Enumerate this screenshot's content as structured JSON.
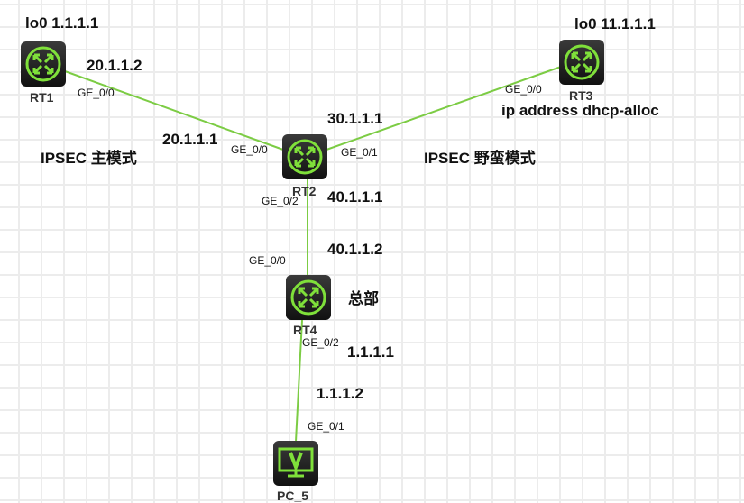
{
  "devices": {
    "rt1": {
      "name": "RT1",
      "loopback": "lo0 1.1.1.1"
    },
    "rt2": {
      "name": "RT2"
    },
    "rt3": {
      "name": "RT3",
      "loopback": "lo0 11.1.1.1",
      "note": "ip address dhcp-alloc"
    },
    "rt4": {
      "name": "RT4",
      "note": "总部"
    },
    "pc5": {
      "name": "PC_5"
    }
  },
  "ports": {
    "rt1_ge00": "GE_0/0",
    "rt2_ge00": "GE_0/0",
    "rt2_ge01": "GE_0/1",
    "rt2_ge02": "GE_0/2",
    "rt3_ge00": "GE_0/0",
    "rt4_ge00": "GE_0/0",
    "rt4_ge02": "GE_0/2",
    "pc5_ge01": "GE_0/1"
  },
  "ips": {
    "rt1_link": "20.1.1.2",
    "rt2_rt1_link": "20.1.1.1",
    "rt2_rt3_link": "30.1.1.1",
    "rt2_rt4_link": "40.1.1.1",
    "rt4_rt2_link": "40.1.1.2",
    "rt4_pc_link": "1.1.1.1",
    "pc_link": "1.1.1.2"
  },
  "annotations": {
    "main_mode": "IPSEC 主模式",
    "aggressive_mode": "IPSEC 野蛮模式"
  },
  "colors": {
    "link": "#7ccc44",
    "icon": "#7fe03a"
  }
}
